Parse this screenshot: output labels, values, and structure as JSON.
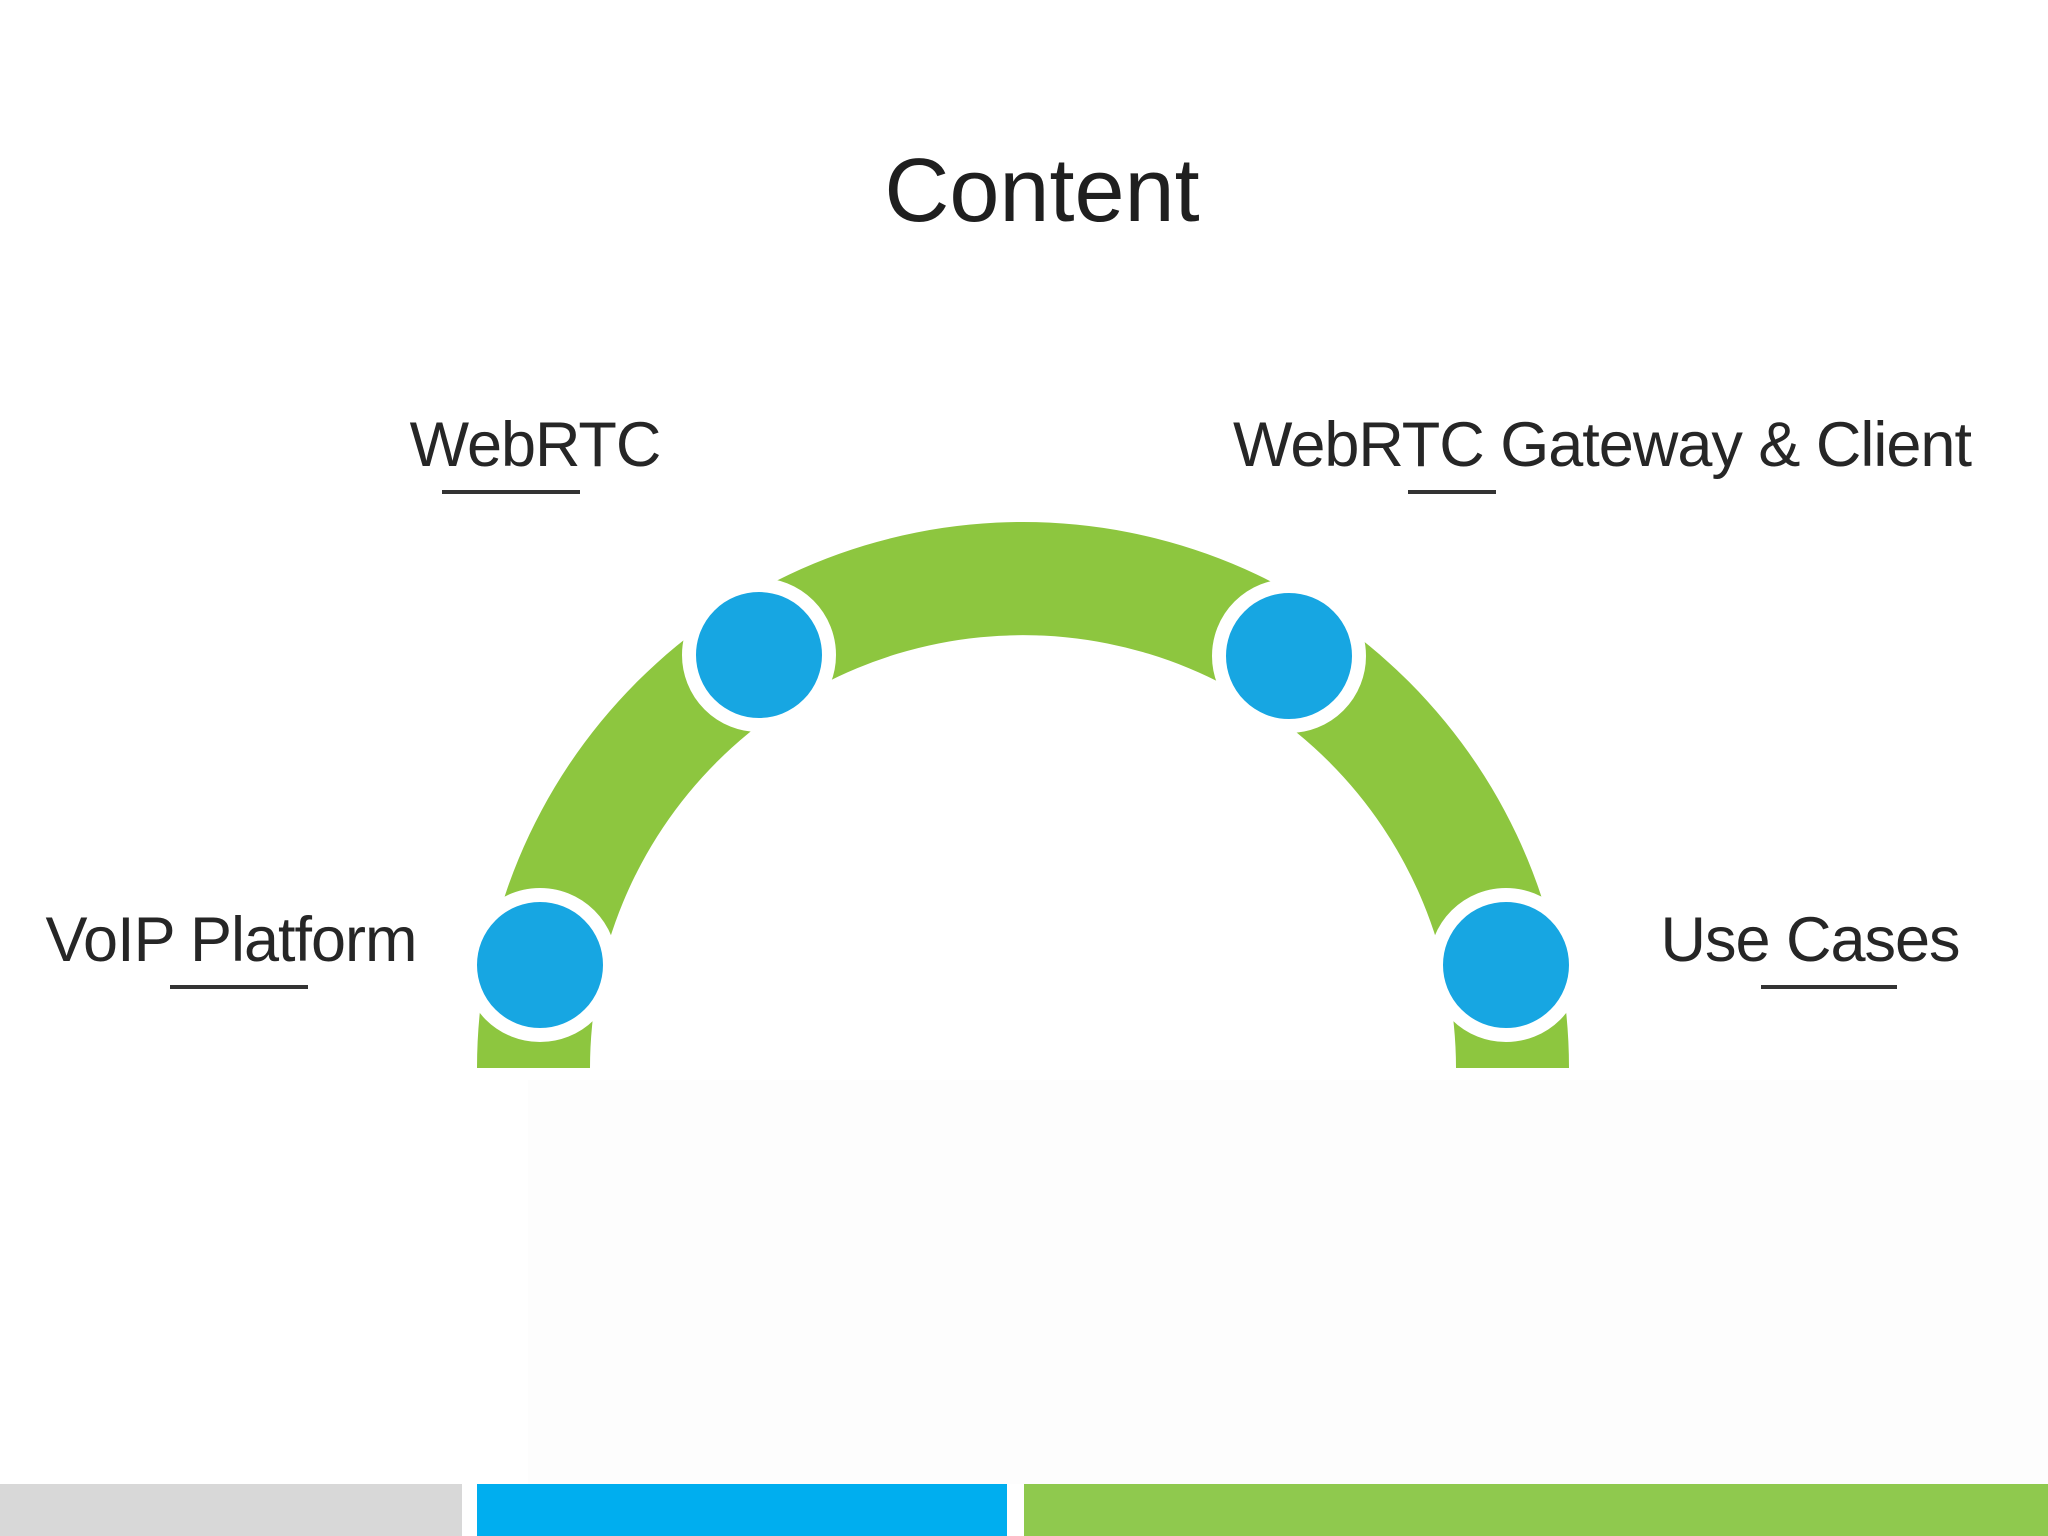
{
  "slide": {
    "title": "Content",
    "nodes": [
      {
        "id": "webrtc",
        "label": "WebRTC"
      },
      {
        "id": "gateway",
        "label": "WebRTC Gateway & Client"
      },
      {
        "id": "voip",
        "label": "VoIP Platform"
      },
      {
        "id": "usecases",
        "label": "Use Cases"
      }
    ],
    "diagram": {
      "type": "semicircle-arc",
      "node_icon": "circle-icon",
      "node_count": 4
    },
    "colors": {
      "arc_green": "#8DC63F",
      "node_blue": "#17A6E2",
      "node_halo_white": "#FFFFFF",
      "footer_gray": "#D8D8D8",
      "footer_blue": "#00AEEF",
      "footer_green": "#8FC94E",
      "text_dark": "#262626"
    },
    "footer": {
      "segments": [
        {
          "name": "gray-segment"
        },
        {
          "name": "blue-segment"
        },
        {
          "name": "green-segment"
        }
      ]
    }
  }
}
